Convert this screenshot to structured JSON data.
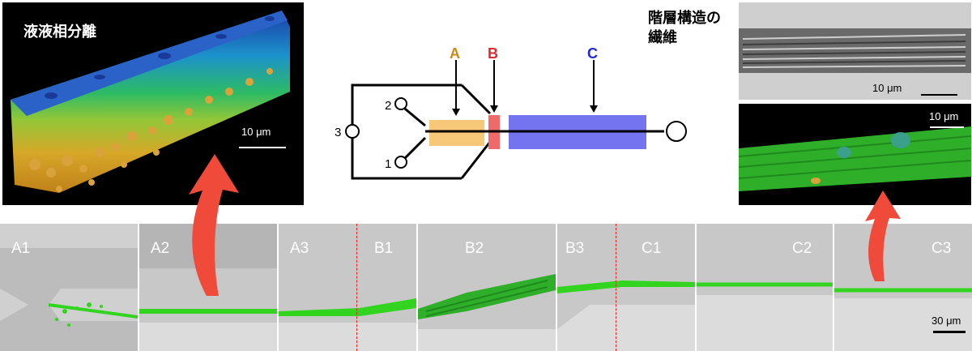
{
  "top_left_panel": {
    "title": "液液相分離",
    "scale": "10 μm"
  },
  "diagram": {
    "labels": {
      "A": "A",
      "B": "B",
      "C": "C"
    },
    "label_colors": {
      "A": "#d08a14",
      "B": "#e02a2a",
      "C": "#1f2ad8"
    },
    "region_colors": {
      "A": "#f6c878",
      "B": "#f06a6a",
      "C": "#7474f0"
    },
    "inlets": [
      "1",
      "2",
      "3"
    ]
  },
  "right_panel": {
    "title_line1": "階層構造の",
    "title_line2": "繊維",
    "scale_top": "10 μm",
    "scale_bottom": "10 μm"
  },
  "strip": {
    "panels": [
      {
        "id": "A1",
        "labels": [
          "A1"
        ]
      },
      {
        "id": "A2",
        "labels": [
          "A2"
        ]
      },
      {
        "id": "A3B1",
        "labels": [
          "A3",
          "B1"
        ]
      },
      {
        "id": "B2",
        "labels": [
          "B2"
        ]
      },
      {
        "id": "B3C1",
        "labels": [
          "B3",
          "C1"
        ]
      },
      {
        "id": "C2",
        "labels": [
          "C2"
        ]
      },
      {
        "id": "C3",
        "labels": [
          "C3"
        ]
      }
    ],
    "scale": "30 μm"
  },
  "colors": {
    "arrow": "#f04a3a",
    "fiber_green": "#33d41f"
  }
}
